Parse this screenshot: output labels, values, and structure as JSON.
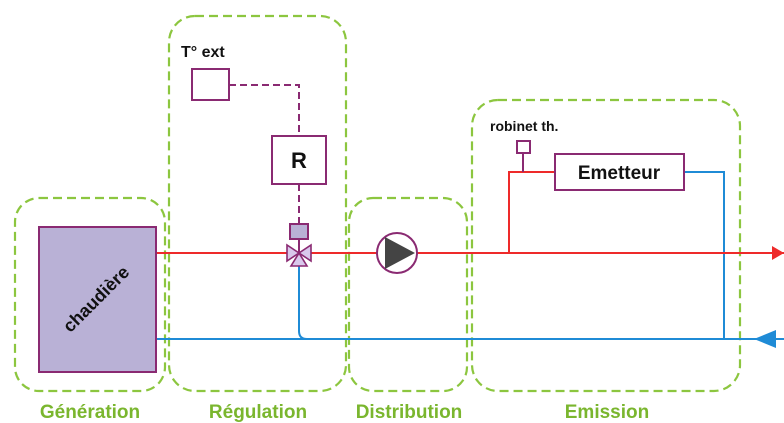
{
  "zones": [
    {
      "id": "generation",
      "label": "Génération"
    },
    {
      "id": "regulation",
      "label": "Régulation"
    },
    {
      "id": "distribution",
      "label": "Distribution"
    },
    {
      "id": "emission",
      "label": "Emission"
    }
  ],
  "components": {
    "boiler_label": "chaudière",
    "outdoor_temp_label": "T° ext",
    "regulator_label": "R",
    "thermostatic_valve_label": "robinet th.",
    "emitter_label": "Emetteur"
  },
  "colors": {
    "zone_outline": "#8cc63f",
    "zone_label": "#7ab62e",
    "hot_pipe": "#ee2a2a",
    "cold_pipe": "#1f8bd6",
    "component_outline": "#8a2a72",
    "boiler_fill": "#b9b1d6",
    "pump_fill": "#444444"
  },
  "icons": {
    "pump": "pump-icon",
    "three_way_valve": "three-way-valve-icon",
    "flow_arrow": "arrow-right-icon",
    "return_arrow": "arrow-left-icon"
  }
}
